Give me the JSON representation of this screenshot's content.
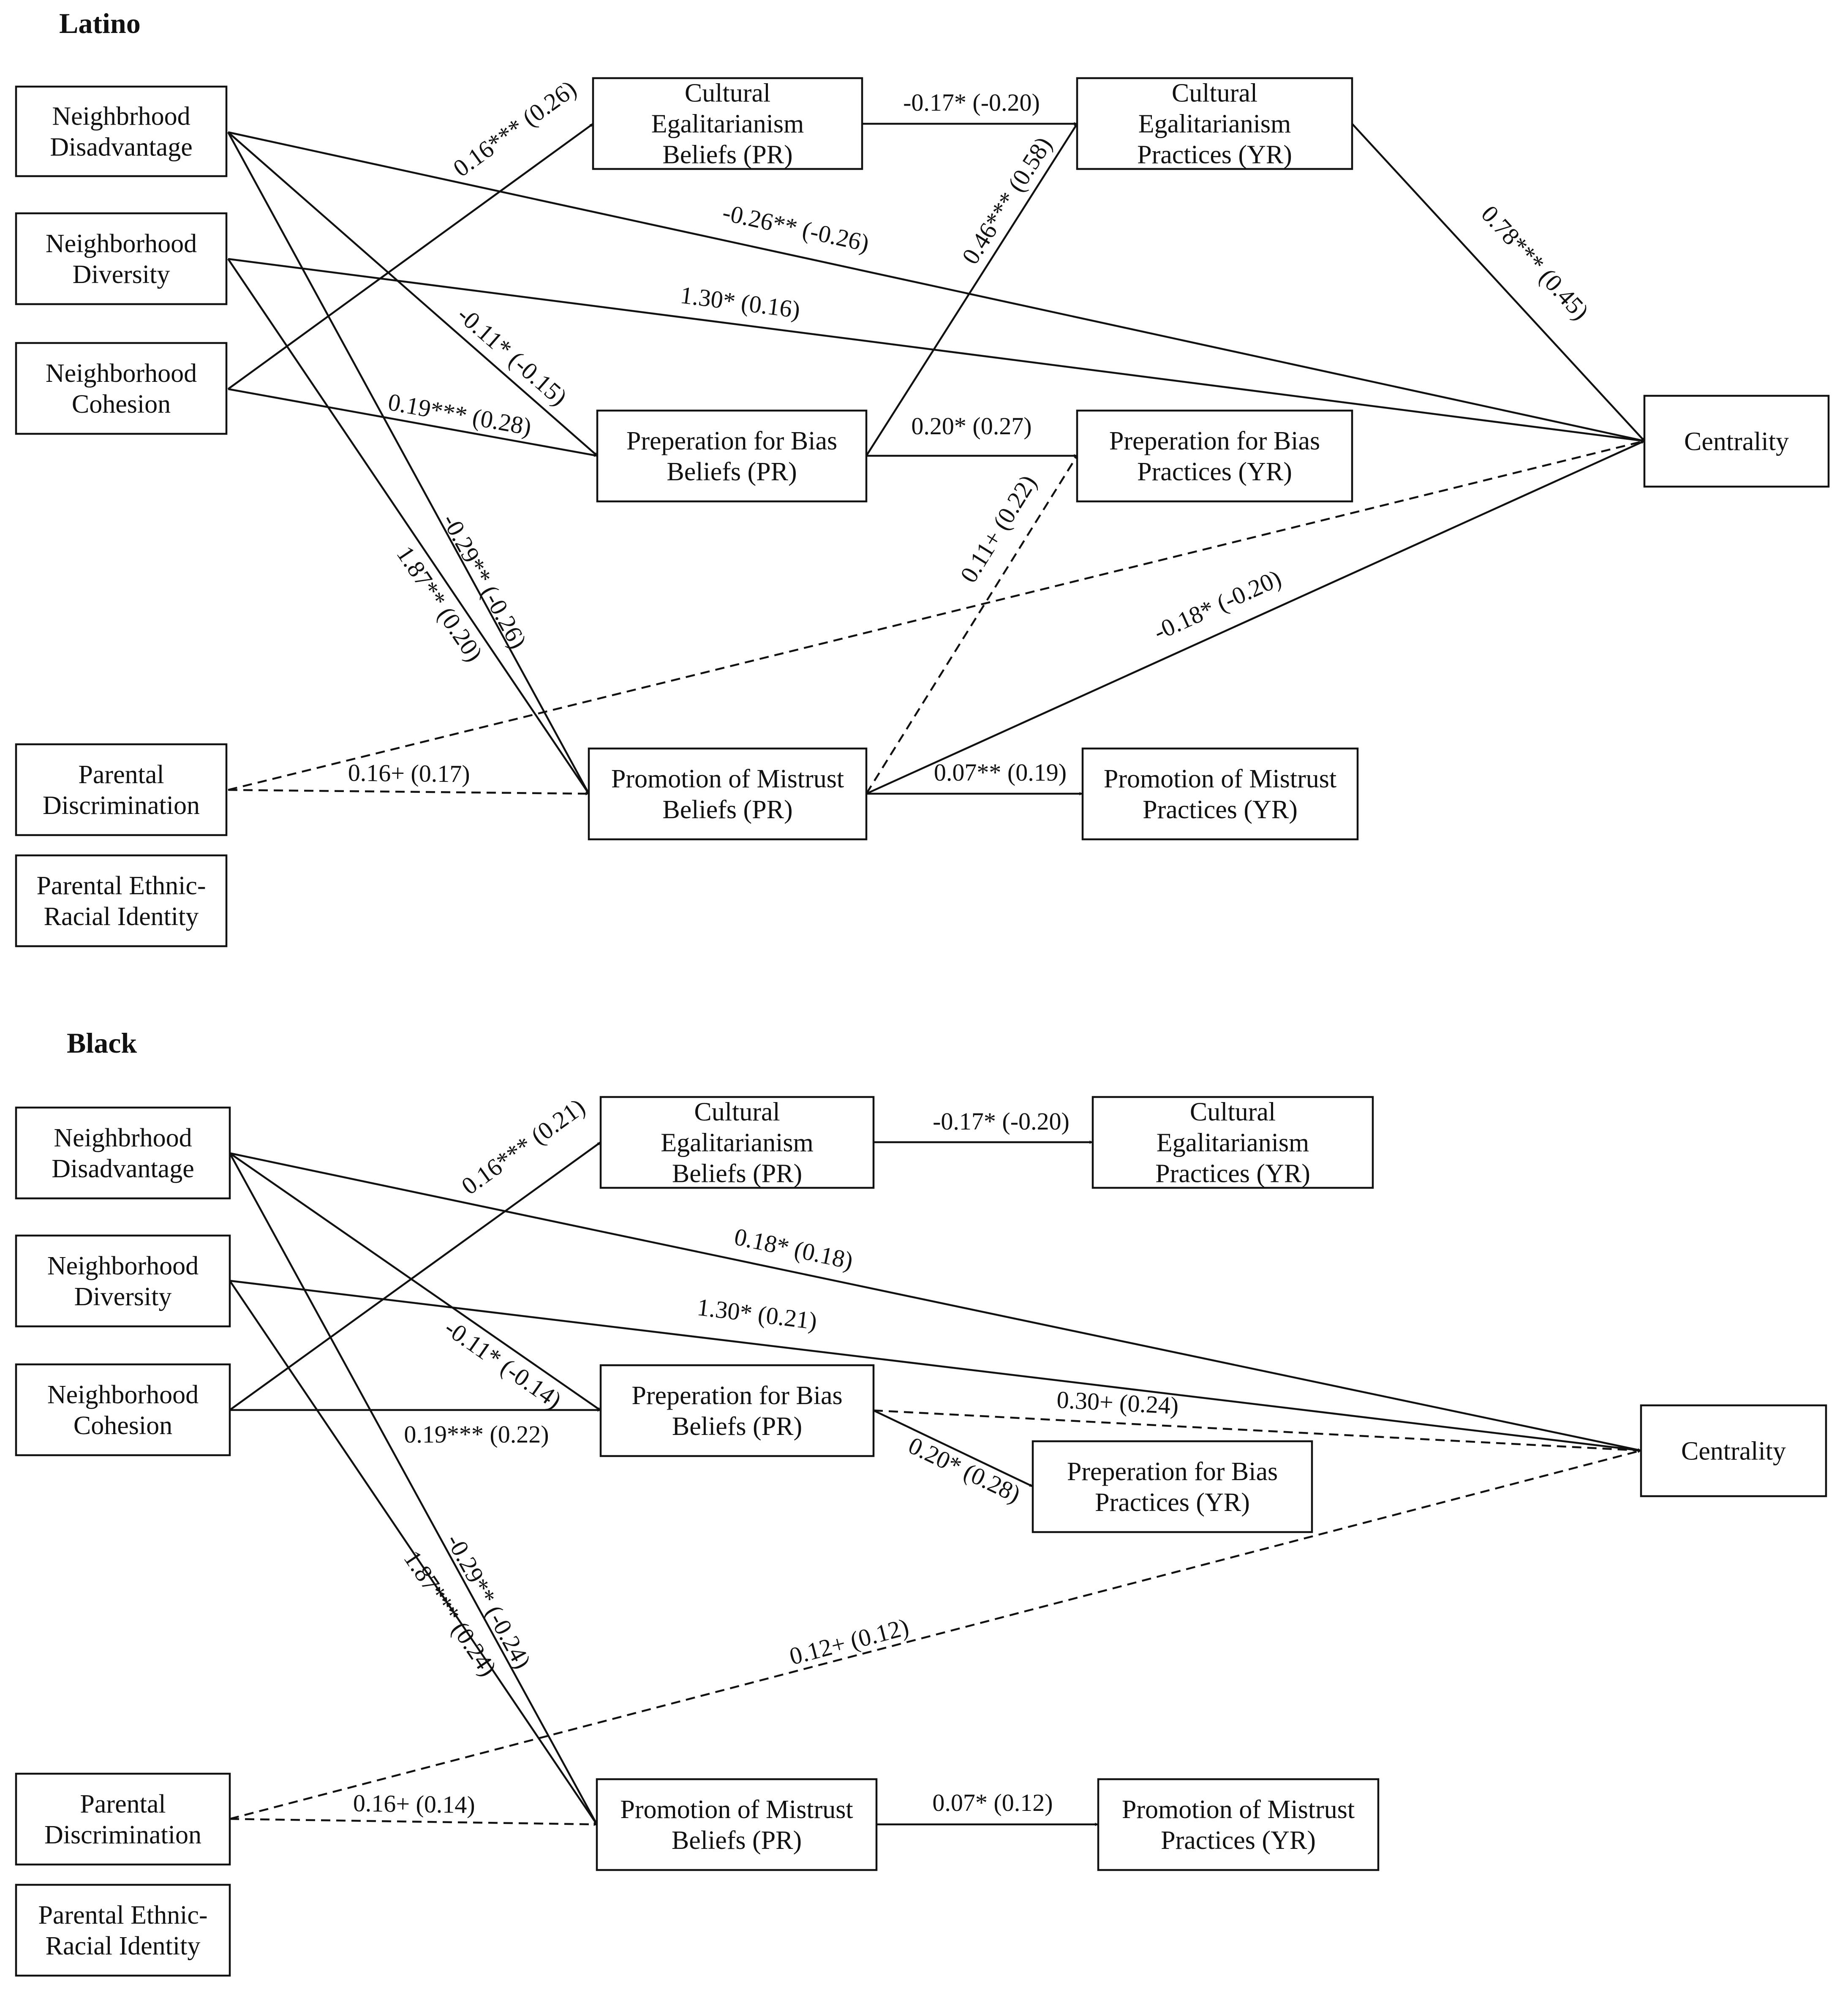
{
  "colors": {
    "ink": "#111111",
    "background": "#ffffff"
  },
  "panels": [
    {
      "id": "latino",
      "title": "Latino",
      "nodes": [
        {
          "id": "nd",
          "lines": [
            "Neighbrhood",
            "Disadvantage"
          ]
        },
        {
          "id": "ndiv",
          "lines": [
            "Neighborhood",
            "Diversity"
          ]
        },
        {
          "id": "nc",
          "lines": [
            "Neighborhood",
            "Cohesion"
          ]
        },
        {
          "id": "pd",
          "lines": [
            "Parental",
            "Discrimination"
          ]
        },
        {
          "id": "peri",
          "lines": [
            "Parental Ethnic-",
            "Racial Identity"
          ]
        },
        {
          "id": "ceb",
          "lines": [
            "Cultural",
            "Egalitarianism",
            "Beliefs  (PR)"
          ]
        },
        {
          "id": "pbb",
          "lines": [
            "Preperation for Bias",
            "Beliefs (PR)"
          ]
        },
        {
          "id": "pmb",
          "lines": [
            "Promotion of Mistrust",
            "Beliefs (PR)"
          ]
        },
        {
          "id": "cep",
          "lines": [
            "Cultural",
            "Egalitarianism",
            "Practices (YR)"
          ]
        },
        {
          "id": "pbp",
          "lines": [
            "Preperation for Bias",
            "Practices (YR)"
          ]
        },
        {
          "id": "pmp",
          "lines": [
            "Promotion of Mistrust",
            "Practices (YR)"
          ]
        },
        {
          "id": "cen",
          "lines": [
            "Centrality"
          ]
        }
      ],
      "edges": [
        {
          "from": "nd",
          "to": "cen",
          "label": "-0.26** (-0.26)",
          "style": "solid"
        },
        {
          "from": "nd",
          "to": "pbb",
          "label": "-0.11* (-0.15)",
          "style": "solid"
        },
        {
          "from": "nd",
          "to": "pmb",
          "label": "-0.29** (-0.26)",
          "style": "solid"
        },
        {
          "from": "ndiv",
          "to": "cen",
          "label": "1.30* (0.16)",
          "style": "solid"
        },
        {
          "from": "ndiv",
          "to": "pmb",
          "label": "1.87** (0.20)",
          "style": "solid"
        },
        {
          "from": "nc",
          "to": "ceb",
          "label": "0.16*** (0.26)",
          "style": "solid"
        },
        {
          "from": "nc",
          "to": "pbb",
          "label": "0.19*** (0.28)",
          "style": "solid"
        },
        {
          "from": "pd",
          "to": "cen",
          "label": "",
          "style": "dashed"
        },
        {
          "from": "pd",
          "to": "pmb",
          "label": "0.16+ (0.17)",
          "style": "dashed"
        },
        {
          "from": "ceb",
          "to": "cep",
          "label": "-0.17* (-0.20)",
          "style": "solid"
        },
        {
          "from": "pbb",
          "to": "cep",
          "label": "0.46*** (0.58)",
          "style": "solid"
        },
        {
          "from": "pbb",
          "to": "pbp",
          "label": "0.20* (0.27)",
          "style": "solid"
        },
        {
          "from": "pmb",
          "to": "pbp",
          "label": "0.11+ (0.22)",
          "style": "dashed"
        },
        {
          "from": "pmb",
          "to": "cen",
          "label": "-0.18* (-0.20)",
          "style": "solid"
        },
        {
          "from": "pmb",
          "to": "pmp",
          "label": "0.07** (0.19)",
          "style": "solid"
        },
        {
          "from": "cep",
          "to": "cen",
          "label": "0.78*** (0.45)",
          "style": "solid"
        }
      ]
    },
    {
      "id": "black",
      "title": "Black",
      "nodes": [
        {
          "id": "nd",
          "lines": [
            "Neighbrhood",
            "Disadvantage"
          ]
        },
        {
          "id": "ndiv",
          "lines": [
            "Neighborhood",
            "Diversity"
          ]
        },
        {
          "id": "nc",
          "lines": [
            "Neighborhood",
            "Cohesion"
          ]
        },
        {
          "id": "pd",
          "lines": [
            "Parental",
            "Discrimination"
          ]
        },
        {
          "id": "peri",
          "lines": [
            "Parental Ethnic-",
            "Racial Identity"
          ]
        },
        {
          "id": "ceb",
          "lines": [
            "Cultural",
            "Egalitarianism",
            "Beliefs  (PR)"
          ]
        },
        {
          "id": "pbb",
          "lines": [
            "Preperation for Bias",
            "Beliefs (PR)"
          ]
        },
        {
          "id": "pmb",
          "lines": [
            "Promotion of Mistrust",
            "Beliefs (PR)"
          ]
        },
        {
          "id": "cep",
          "lines": [
            "Cultural",
            "Egalitarianism",
            "Practices (YR)"
          ]
        },
        {
          "id": "pbp",
          "lines": [
            "Preperation for Bias",
            "Practices (YR)"
          ]
        },
        {
          "id": "pmp",
          "lines": [
            "Promotion of Mistrust",
            "Practices (YR)"
          ]
        },
        {
          "id": "cen",
          "lines": [
            "Centrality"
          ]
        }
      ],
      "edges": [
        {
          "from": "nd",
          "to": "cen",
          "label": "0.18* (0.18)",
          "style": "solid"
        },
        {
          "from": "nd",
          "to": "pbb",
          "label": "-0.11* (-0.14)",
          "style": "solid"
        },
        {
          "from": "nd",
          "to": "pmb",
          "label": "-0.29** (-0.24)",
          "style": "solid"
        },
        {
          "from": "ndiv",
          "to": "cen",
          "label": "1.30* (0.21)",
          "style": "solid"
        },
        {
          "from": "ndiv",
          "to": "pmb",
          "label": "1.87*** (0.24)",
          "style": "solid"
        },
        {
          "from": "nc",
          "to": "ceb",
          "label": "0.16*** (0.21)",
          "style": "solid"
        },
        {
          "from": "nc",
          "to": "pbb",
          "label": "0.19*** (0.22)",
          "style": "solid"
        },
        {
          "from": "pd",
          "to": "cen",
          "label": "0.12+ (0.12)",
          "style": "dashed"
        },
        {
          "from": "pd",
          "to": "pmb",
          "label": "0.16+ (0.14)",
          "style": "dashed"
        },
        {
          "from": "ceb",
          "to": "cep",
          "label": "-0.17* (-0.20)",
          "style": "solid"
        },
        {
          "from": "pbb",
          "to": "pbp",
          "label": "0.20* (0.28)",
          "style": "solid"
        },
        {
          "from": "pbb",
          "to": "cen",
          "label": "0.30+ (0.24)",
          "style": "dashed"
        },
        {
          "from": "pmb",
          "to": "pmp",
          "label": "0.07* (0.12)",
          "style": "solid"
        }
      ]
    }
  ]
}
